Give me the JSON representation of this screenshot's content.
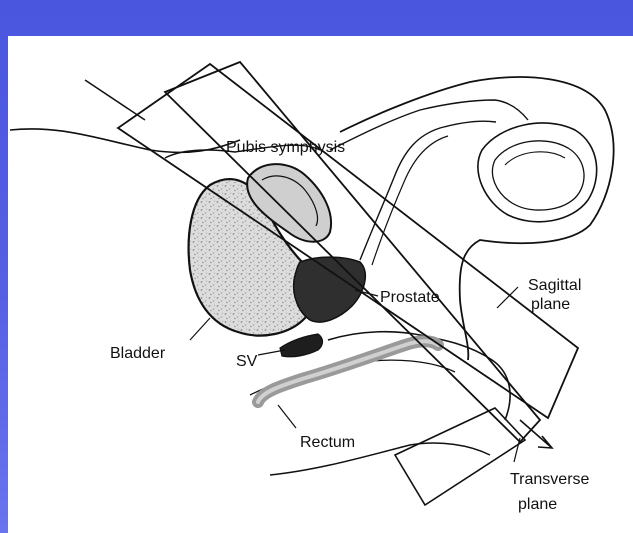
{
  "diagram": {
    "labels": {
      "pubis": "Pubis symphysis",
      "prostate": "Prostate",
      "sagittal_line1": "Sagittal",
      "sagittal_line2": "plane",
      "bladder": "Bladder",
      "sv": "SV",
      "rectum": "Rectum",
      "transverse_line1": "Transverse",
      "transverse_line2": "plane"
    },
    "colors": {
      "frame": "#4a55d8",
      "panel": "#ffffff",
      "line": "#111111",
      "bladder_fill": "#d6d6d6",
      "pubis_fill": "#cccccc",
      "prostate_fill": "#333333",
      "rectum_wall": "#9a9a9a"
    }
  }
}
